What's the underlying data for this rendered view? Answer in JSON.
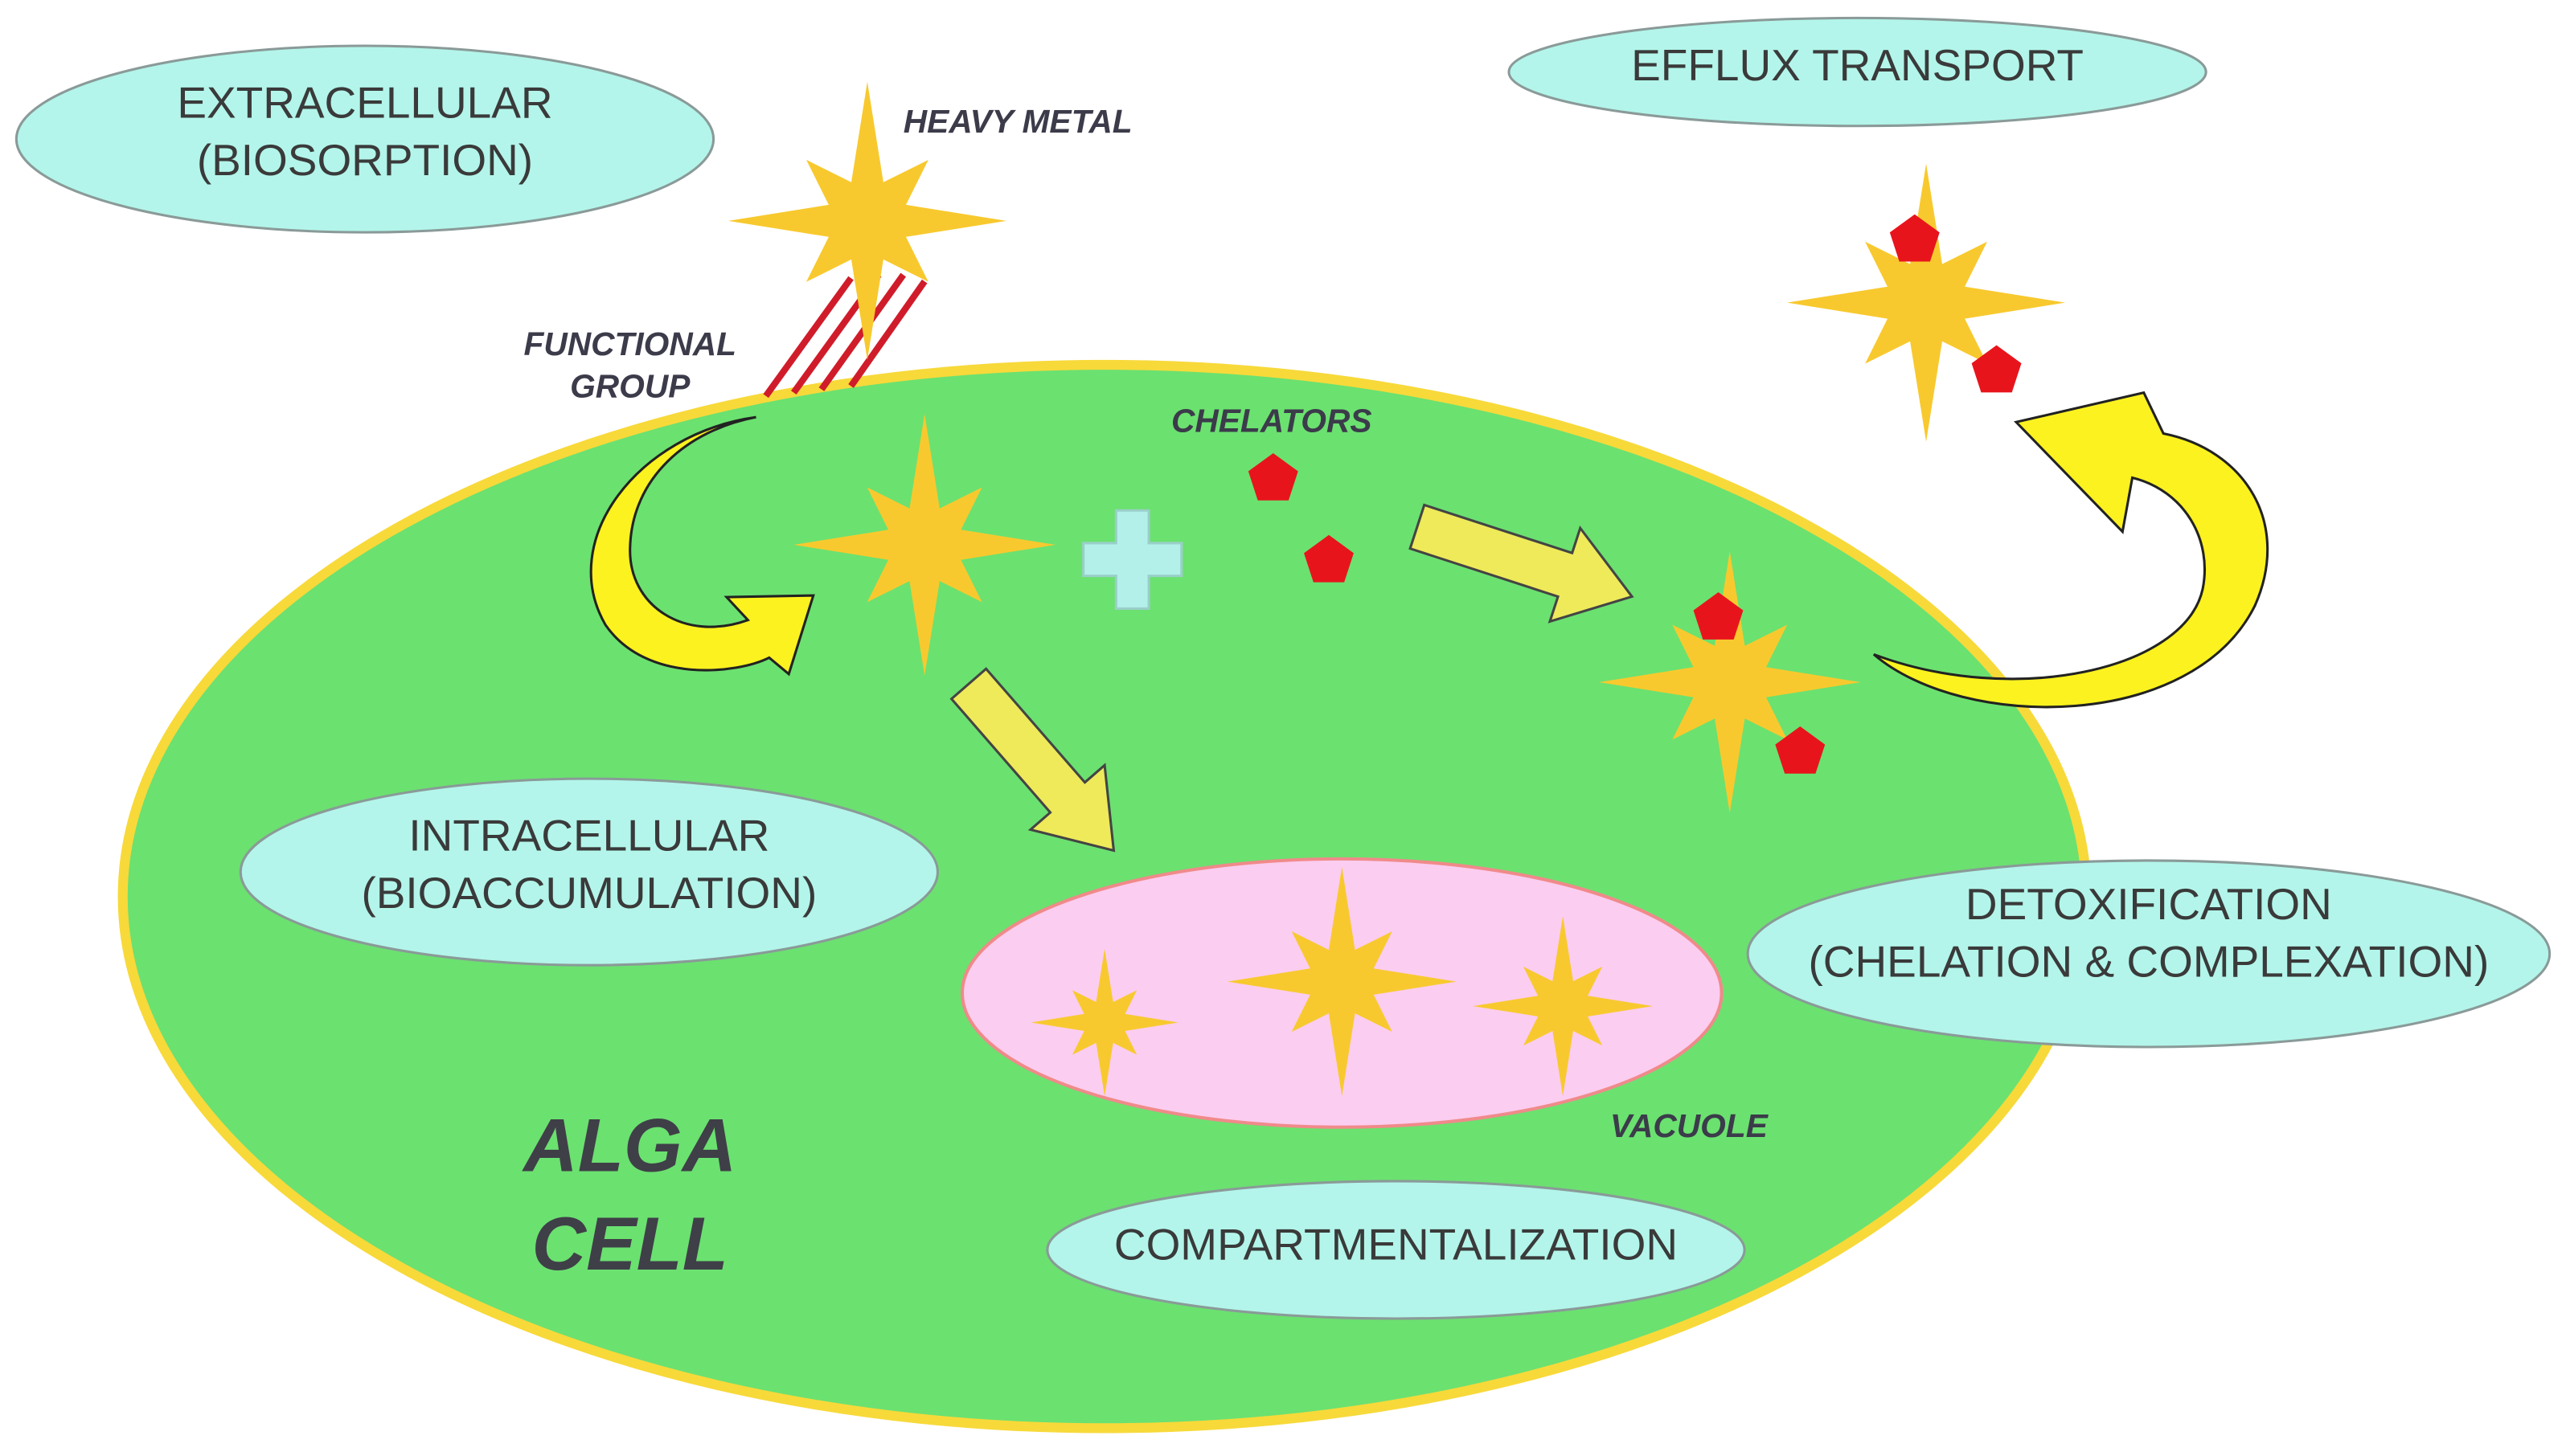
{
  "labels": {
    "extracellular": [
      "EXTRACELLULAR",
      "(BIOSORPTION)"
    ],
    "efflux": "EFFLUX TRANSPORT",
    "intracellular": [
      "INTRACELLULAR",
      "(BIOACCUMULATION)"
    ],
    "detoxification": [
      "DETOXIFICATION",
      "(CHELATION & COMPLEXATION)"
    ],
    "compartmentalization": "COMPARTMENTALIZATION"
  },
  "annotations": {
    "heavy_metal": "HEAVY METAL",
    "functional_group": [
      "FUNCTIONAL",
      "GROUP"
    ],
    "chelators": "CHELATORS",
    "vacuole": "VACUOLE",
    "cell": [
      "ALGA",
      "CELL"
    ]
  },
  "colors": {
    "cell_fill": "#6be170",
    "cell_stroke": "#f7d93a",
    "vacuole_fill": "#fbcdf0",
    "vacuole_stroke": "#f08a8a",
    "metal": "#f8c92e",
    "chelator": "#e8141c",
    "bubble": "#b3f5ea",
    "curved_arrow": "#fbf21f",
    "block_arrow": "#eeea5a",
    "plus": "#b3f0ea",
    "functional_group": "#d01c2a"
  }
}
